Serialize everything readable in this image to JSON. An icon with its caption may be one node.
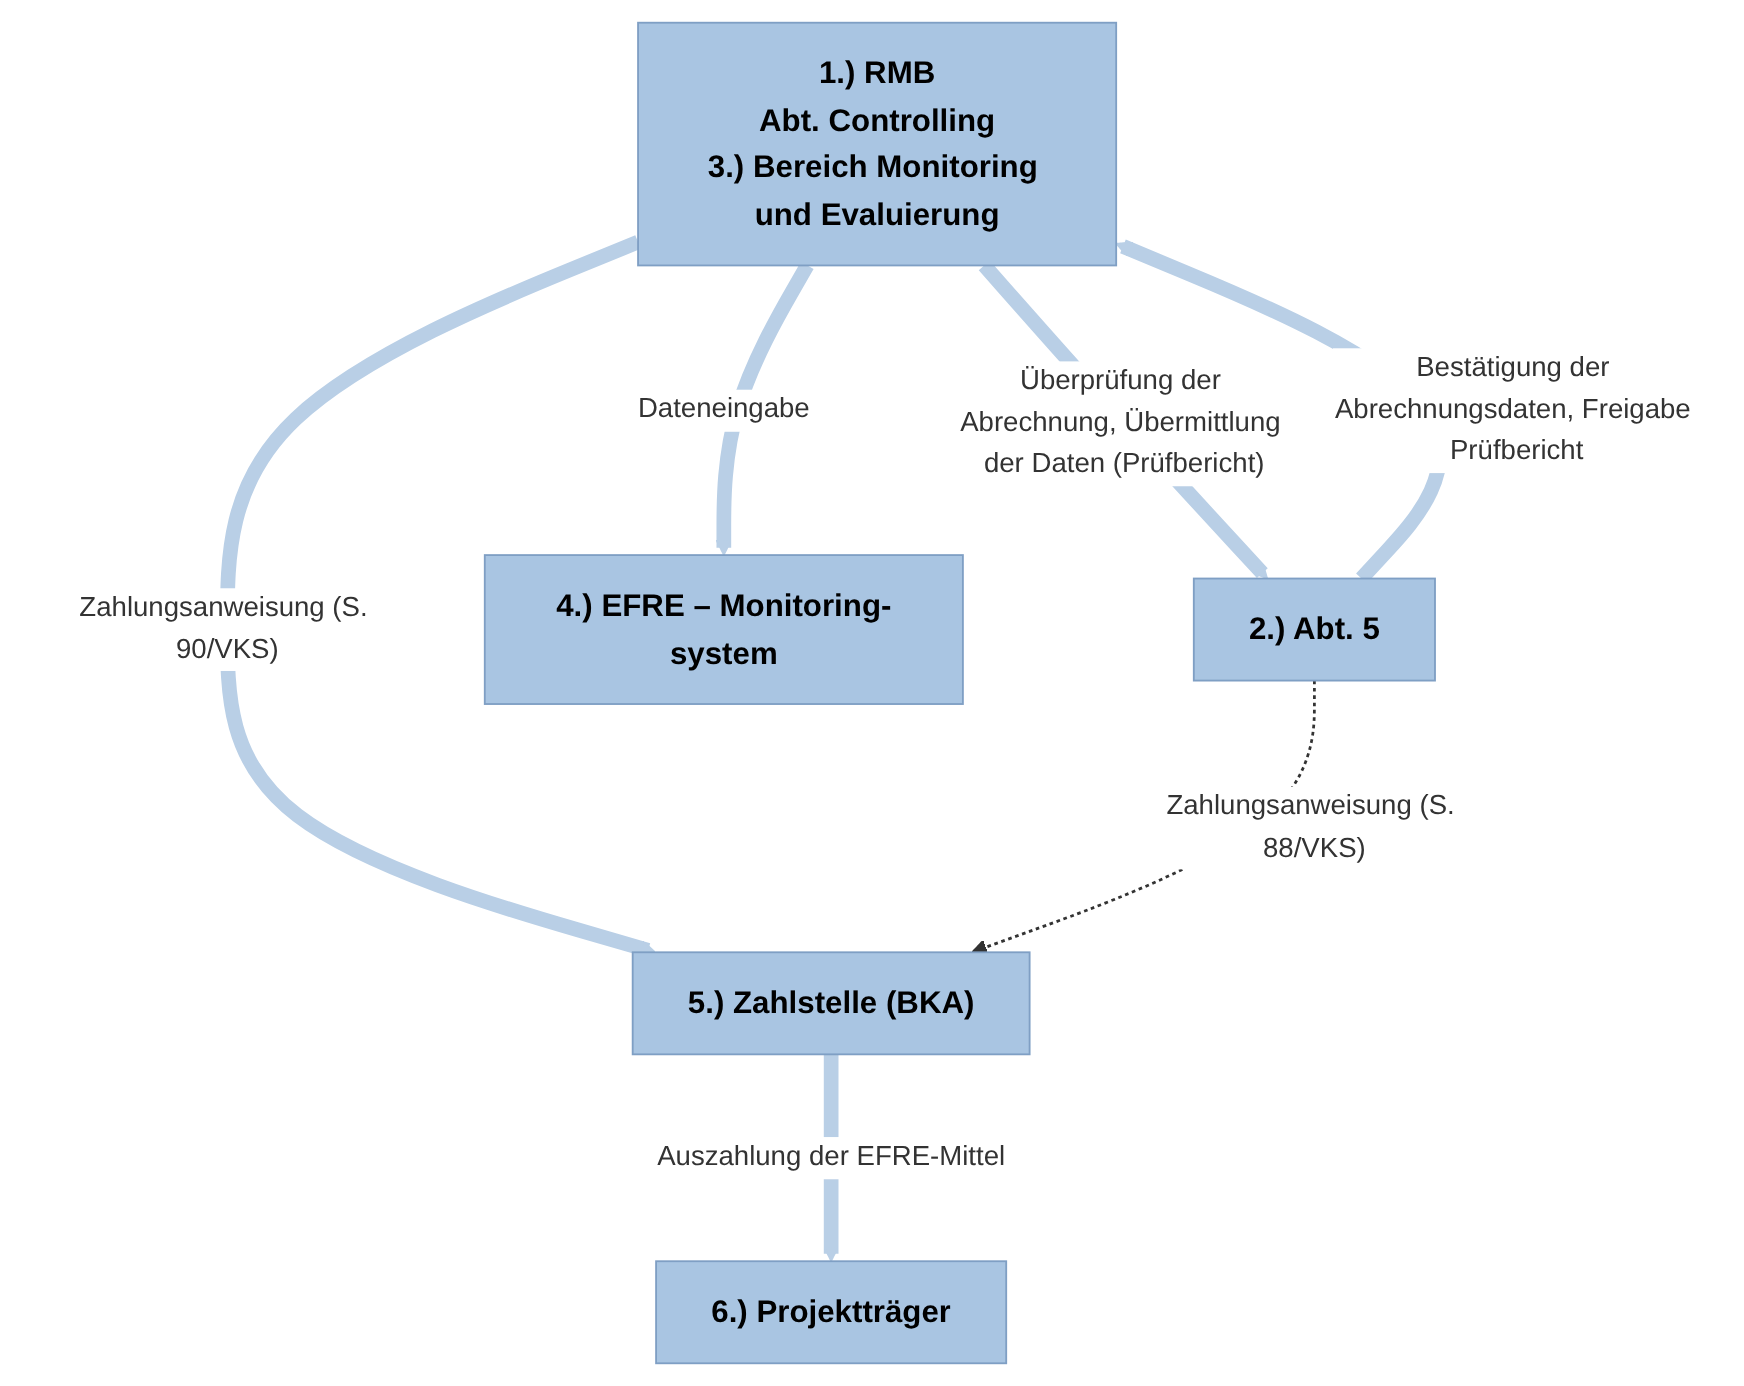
{
  "diagram": {
    "nodes": [
      {
        "text": [
          "1.) RMB",
          "Abt. Controlling",
          "3.) Bereich Monitoring und Evaluierung"
        ]
      },
      {
        "text": [
          "2.) Abt. 5"
        ]
      },
      {
        "text": [
          "4.) EFRE – Monitoring-system"
        ]
      },
      {
        "text": [
          "5.) Zahlstelle (BKA)"
        ]
      },
      {
        "text": [
          "6.) Projektträger"
        ]
      }
    ],
    "edges": [
      {
        "from": 0,
        "to": 1,
        "arrow": "to",
        "label": "Überprüfung der Abrechnung, Übermittlung der Daten (Prüfbericht)"
      },
      {
        "from": 1,
        "to": 0,
        "arrow": "to",
        "label": "Bestätigung der Abrechnungsdaten, Freigabe Prüfbericht"
      },
      {
        "from": 0,
        "to": 2,
        "arrow": "to",
        "label": "Dateneingabe"
      },
      {
        "from": 0,
        "to": 3,
        "arrow": "to",
        "label": "Zahlungsanweisung (S. 90/VKS)"
      },
      {
        "from": 1,
        "to": 3,
        "arrow": "to",
        "label": "Zahlungsanweisung (S. 88/VKS)",
        "style": "dashed",
        "color": "#333333"
      },
      {
        "from": 3,
        "to": 4,
        "arrow": "to",
        "label": "Auszahlung der EFRE-Mittel"
      }
    ]
  }
}
